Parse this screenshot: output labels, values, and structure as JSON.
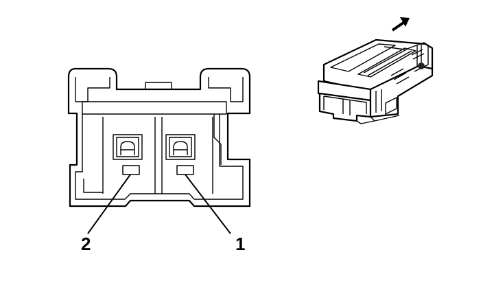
{
  "diagram": {
    "callouts": [
      {
        "id": "pin-2",
        "label": "2"
      },
      {
        "id": "pin-1",
        "label": "1"
      }
    ]
  }
}
